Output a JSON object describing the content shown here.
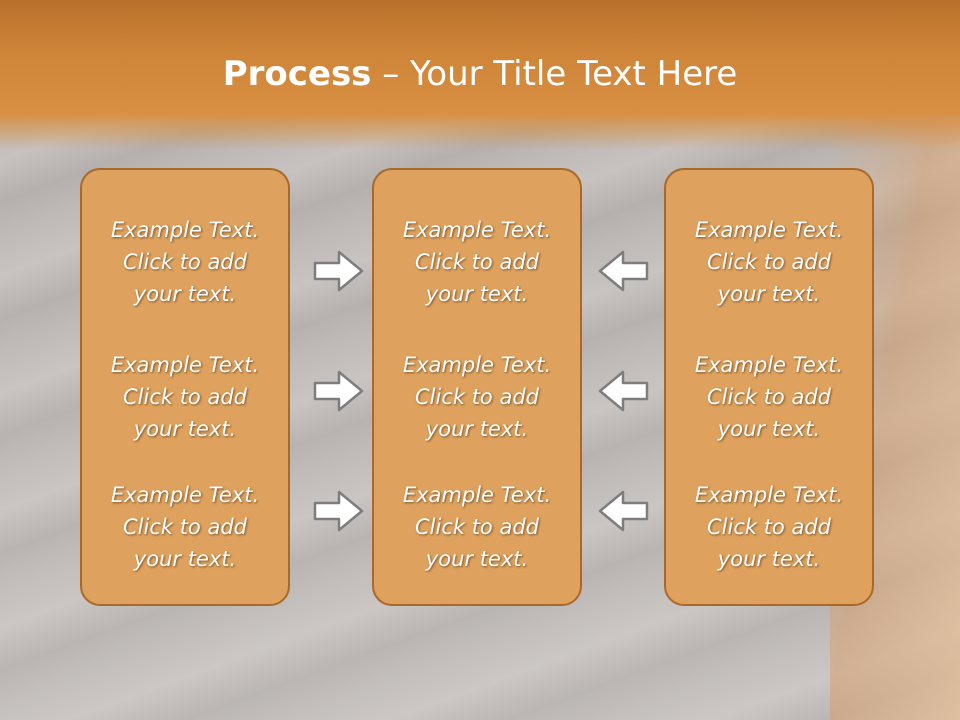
{
  "title": {
    "bold": "Process",
    "rest": " – Your Title Text Here"
  },
  "colors": {
    "band": "#d98f42",
    "box_fill": "#dfa25e",
    "box_border": "#a8692a",
    "arrow_fill": "#ffffff",
    "arrow_stroke": "#7d7d7d"
  },
  "columns": [
    {
      "cells": [
        {
          "line1": "Example Text.",
          "line2": "Click  to add",
          "line3": "your text."
        },
        {
          "line1": "Example Text.",
          "line2": "Click  to add",
          "line3": "your text."
        },
        {
          "line1": "Example Text.",
          "line2": "Click  to add",
          "line3": "your text."
        }
      ]
    },
    {
      "cells": [
        {
          "line1": "Example Text.",
          "line2": "Click  to add",
          "line3": "your text."
        },
        {
          "line1": "Example Text.",
          "line2": "Click  to add",
          "line3": "your text."
        },
        {
          "line1": "Example Text.",
          "line2": "Click  to add",
          "line3": "your text."
        }
      ]
    },
    {
      "cells": [
        {
          "line1": "Example Text.",
          "line2": "Click  to add",
          "line3": "your text."
        },
        {
          "line1": "Example Text.",
          "line2": "Click  to add",
          "line3": "your text."
        },
        {
          "line1": "Example Text.",
          "line2": "Click  to add",
          "line3": "your text."
        }
      ]
    }
  ],
  "arrows": {
    "left_group": "arrow-right-icon",
    "right_group": "arrow-left-icon"
  }
}
